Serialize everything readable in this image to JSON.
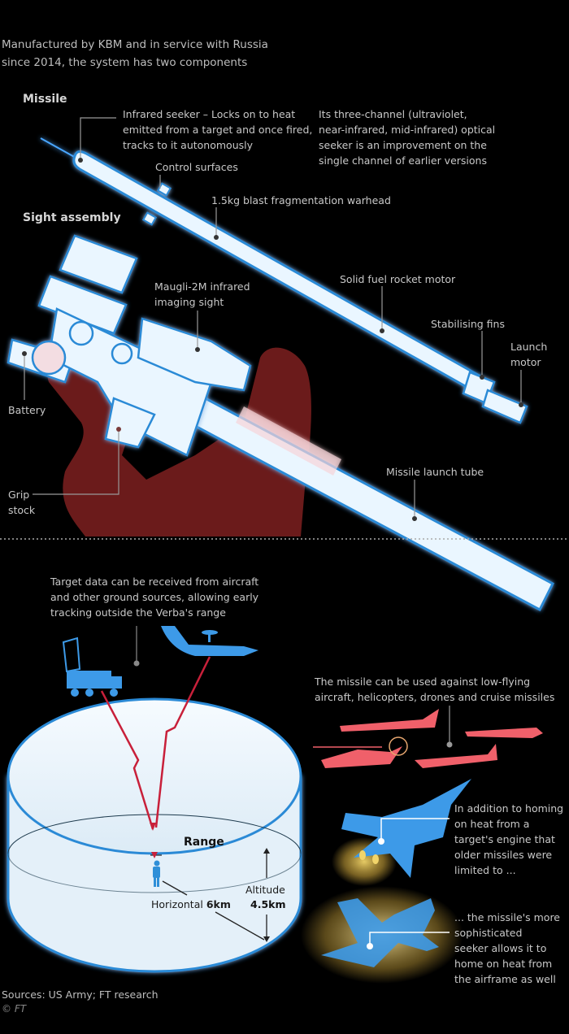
{
  "intro": "Manufactured by KBM and in service with Russia\nsince 2014, the system has two components",
  "sections": {
    "missile": "Missile",
    "sight_assembly": "Sight assembly"
  },
  "missile_labels": {
    "infrared_seeker": "Infrared seeker – Locks on to heat\nemitted from a target and once fired,\ntracks to it autonomously",
    "three_channel": "Its three-channel (ultraviolet,\nnear-infrared, mid-infrared) optical\nseeker is an improvement on the\nsingle channel of earlier versions",
    "control_surfaces": "Control surfaces",
    "warhead": "1.5kg blast fragmentation warhead",
    "rocket_motor": "Solid fuel rocket motor",
    "fins": "Stabilising fins",
    "launch_motor": "Launch\nmotor"
  },
  "sight_labels": {
    "maugli": "Maugli-2M infrared\nimaging sight",
    "battery": "Battery",
    "grip": "Grip\nstock",
    "tube": "Missile launch tube"
  },
  "range_section": {
    "target_data": "Target data can be received from aircraft\nand other ground sources, allowing early\ntracking outside the Verba's range",
    "range_label": "Range",
    "horizontal_label": "Horizontal",
    "horizontal_value": "6km",
    "altitude_label": "Altitude",
    "altitude_value": "4.5km"
  },
  "targets": {
    "low_flying": "The missile can be used against low-flying\naircraft, helicopters, drones and cruise missiles",
    "engine_heat": "In addition to homing\non heat from a\ntarget's engine that\nolder missiles were\nlimited to ...",
    "airframe_heat": "... the missile's more\nsophisticated\nseeker allows it to\nhome on heat from\nthe airframe as well"
  },
  "footer": {
    "sources": "Sources: US Army; FT research",
    "copyright": "© FT"
  },
  "colors": {
    "background": "#000000",
    "equipment_fill": "#eaf6ff",
    "equipment_outline": "#2b8ad6",
    "silhouette": "#6e1c1c",
    "target_red": "#f0606a",
    "friendly_blue": "#3d9ae8",
    "heat_glow": "#d8b84a"
  }
}
